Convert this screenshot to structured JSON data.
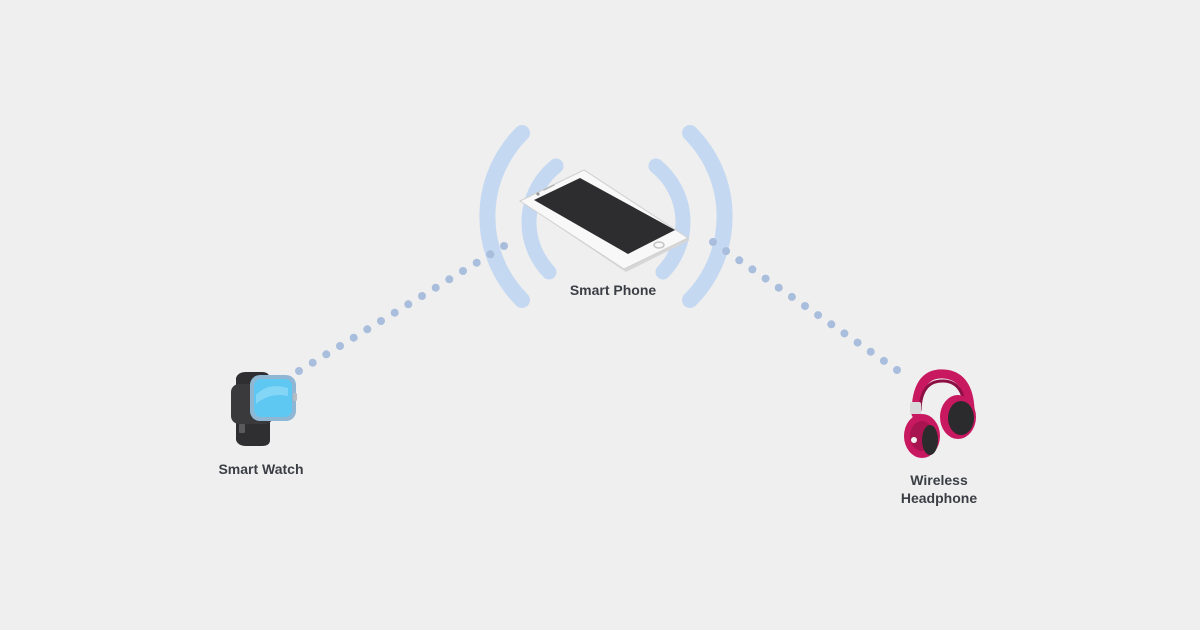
{
  "devices": {
    "phone": {
      "label": "Smart Phone"
    },
    "watch": {
      "label": "Smart Watch"
    },
    "headphone": {
      "label_line1": "Wireless",
      "label_line2": "Headphone"
    }
  },
  "colors": {
    "background": "#efefef",
    "signal_wave": "#c4d8f2",
    "connection_dots": "#a9bedd",
    "label_text": "#3b3f45",
    "headphone_accent": "#c8185f",
    "watch_screen": "#5ec8f2"
  },
  "icons": {
    "phone": "smartphone-icon",
    "watch": "smartwatch-icon",
    "headphone": "headphones-icon",
    "signal": "signal-waves-icon"
  }
}
